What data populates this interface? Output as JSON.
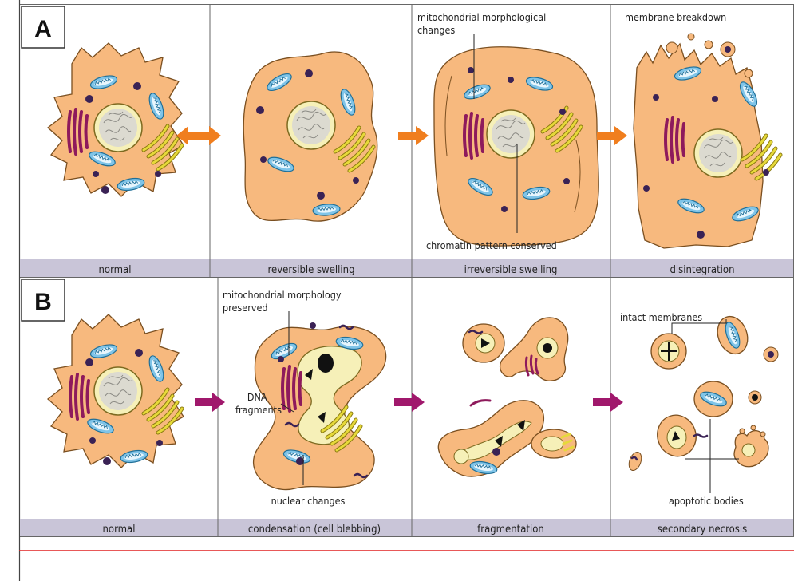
{
  "panels": [
    {
      "label": "A",
      "stages": [
        "normal",
        "reversible swelling",
        "irreversible swelling",
        "disintegration"
      ],
      "annotations": {
        "mito": [
          "mitochondrial morphological",
          "changes"
        ],
        "chromatin": "chromatin pattern conserved",
        "membrane": "membrane breakdown"
      },
      "arrow_color": "#f07e1e"
    },
    {
      "label": "B",
      "stages": [
        "normal",
        "condensation (cell blebbing)",
        "fragmentation",
        "secondary necrosis"
      ],
      "annotations": {
        "mito": [
          "mitochondrial morphology",
          "preserved"
        ],
        "dna": [
          "DNA",
          "fragments"
        ],
        "nuclear": "nuclear changes",
        "intact": "intact membranes",
        "apoptotic": "apoptotic bodies"
      },
      "arrow_color": "#a0186c"
    }
  ],
  "colors": {
    "cytoplasm": "#f7b97e",
    "nucleus": "#f6f0b8",
    "mitochondria": "#7fc4e8",
    "er": "#8e1a5c",
    "golgi": "#e6d93a",
    "granule": "#3a2255",
    "caption_bar": "#c9c5d8",
    "footer_line": "#e02020"
  }
}
